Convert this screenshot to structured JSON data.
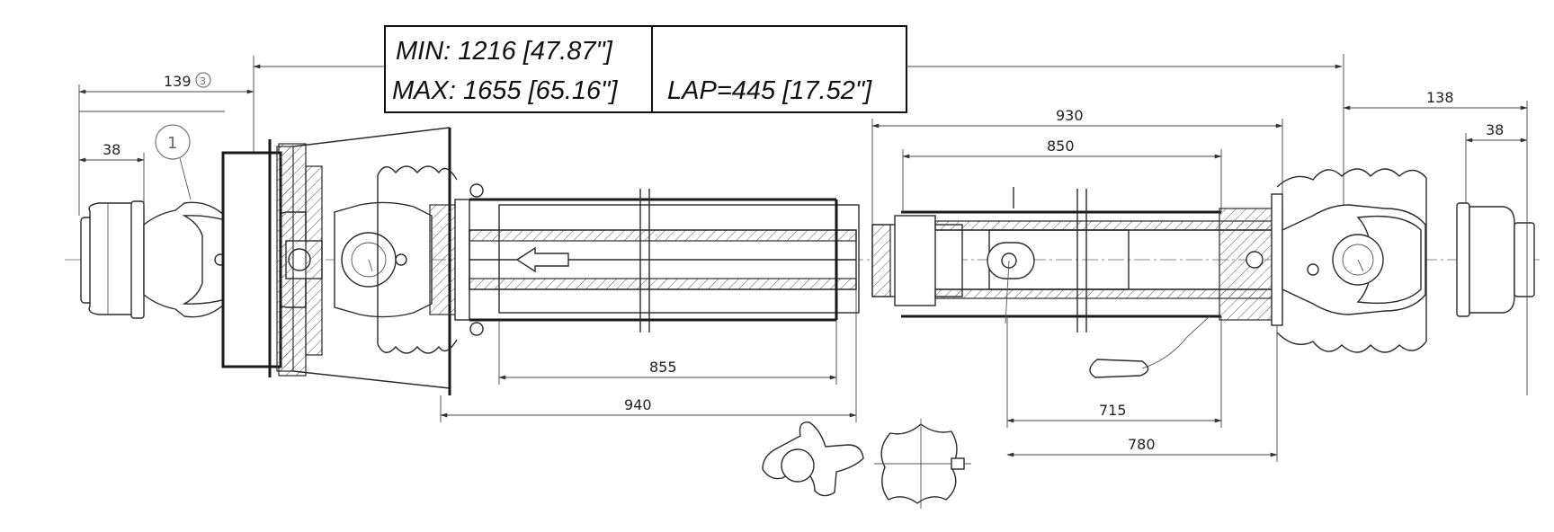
{
  "spec_box": {
    "min_text": "MIN: 1216 [47.87\"]",
    "max_text": "MAX: 1655 [65.16\"]",
    "lap_text": "LAP=445 [17.52\"]"
  },
  "callouts": {
    "part_number": "1",
    "note_number": "3"
  },
  "dimensions": {
    "left_overall": "139",
    "left_yoke": "38",
    "right_overall": "138",
    "right_yoke": "38",
    "outer_tube_length": "930",
    "inner_section_length": "850",
    "inner_tube_length": "855",
    "guard_length": "940",
    "right_inner_length": "715",
    "right_guard_length": "780"
  }
}
